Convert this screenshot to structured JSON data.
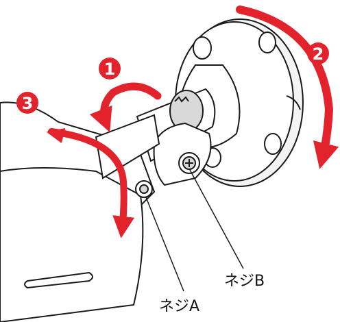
{
  "colors": {
    "accent": "#e3232b",
    "line": "#1a1a1a",
    "shade": "#d9d9d9",
    "background": "#ffffff"
  },
  "steps": [
    {
      "number": "1"
    },
    {
      "number": "2"
    },
    {
      "number": "3"
    }
  ],
  "callouts": {
    "screw_a": "ネジA",
    "screw_b": "ネジB"
  }
}
